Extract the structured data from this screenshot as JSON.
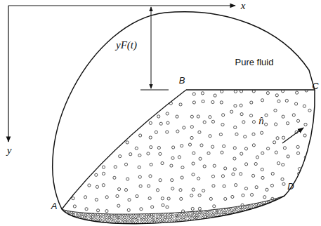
{
  "diagram": {
    "labels": [
      "x",
      "y",
      "yF(t)",
      "Pure fluid",
      "A",
      "B",
      "C",
      "D",
      "n̂"
    ]
  }
}
